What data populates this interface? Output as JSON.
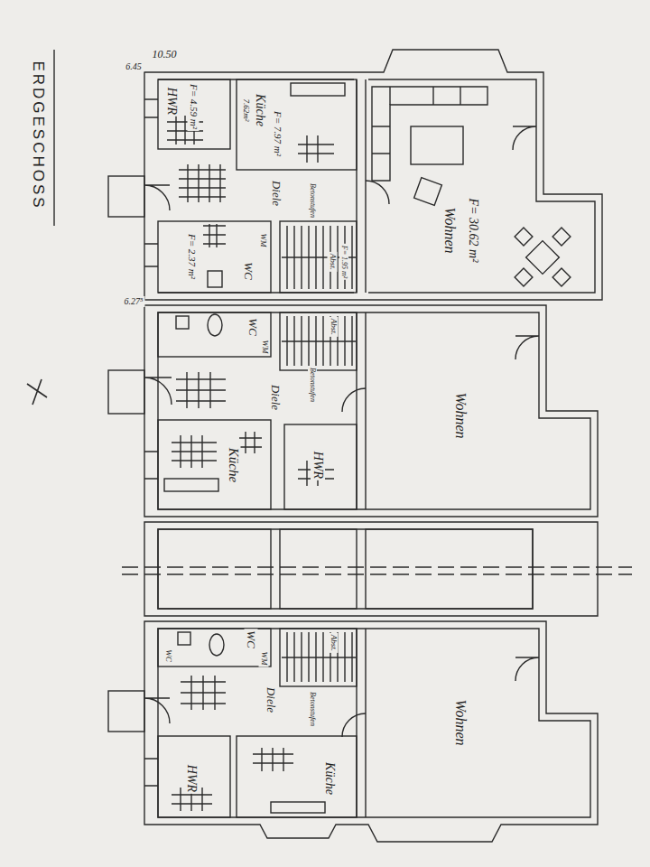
{
  "diagram": {
    "title": "ERDGESCHOSS",
    "labels": [
      "10.50",
      "6.45",
      "HWR",
      "F= 4.59 m²",
      "Küche",
      "7.62m²",
      "F= 7.97 m²",
      "Diele",
      "F= 2.37 m²",
      "WC",
      "WM",
      "Betonstufen",
      "Abst.",
      "F= 1.95 m²",
      "Wohnen",
      "F= 30.62 m²",
      "6.27⁵",
      "WC",
      "WM",
      "Abst.",
      "Betonstufen",
      "Diele",
      "HWR",
      "Küche",
      "Wohnen",
      "WC",
      "WC",
      "WM",
      "Abst.",
      "Diele",
      "Betonstufen",
      "Küche",
      "HWR",
      "Wohnen"
    ]
  }
}
